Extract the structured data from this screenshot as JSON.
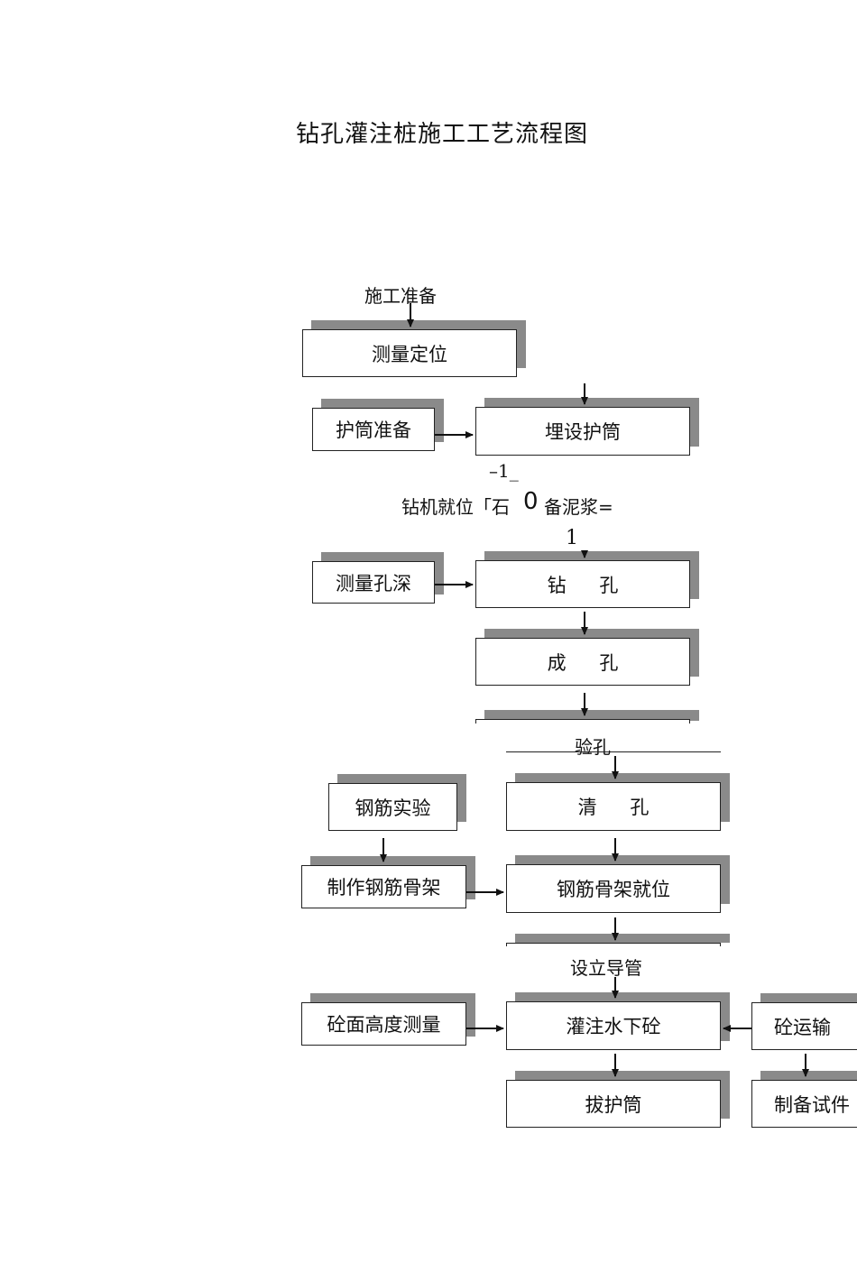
{
  "title": "钻孔灌注桩施工工艺流程图",
  "steps": {
    "prep": "施工准备",
    "survey": "测量定位",
    "casing_prep": "护筒准备",
    "bury_casing": "埋设护筒",
    "rig_mark_top": "–1_",
    "rig_left": "钻机就位「石",
    "rig_zero": "0",
    "rig_right": "备泥浆=",
    "rig_mark_bottom": "1",
    "measure_depth": "测量孔深",
    "drill": "钻 孔",
    "form_hole": "成 孔",
    "inspect_hole": "验孔",
    "rebar_test": "钢筋实验",
    "clean_hole": "清 孔",
    "make_cage": "制作钢筋骨架",
    "place_cage": "钢筋骨架就位",
    "set_pipe": "设立导管",
    "measure_height": "砼面高度测量",
    "pour": "灌注水下砼",
    "transport": "砼运输",
    "pull_casing": "拔护筒",
    "make_samples": "制备试件"
  }
}
